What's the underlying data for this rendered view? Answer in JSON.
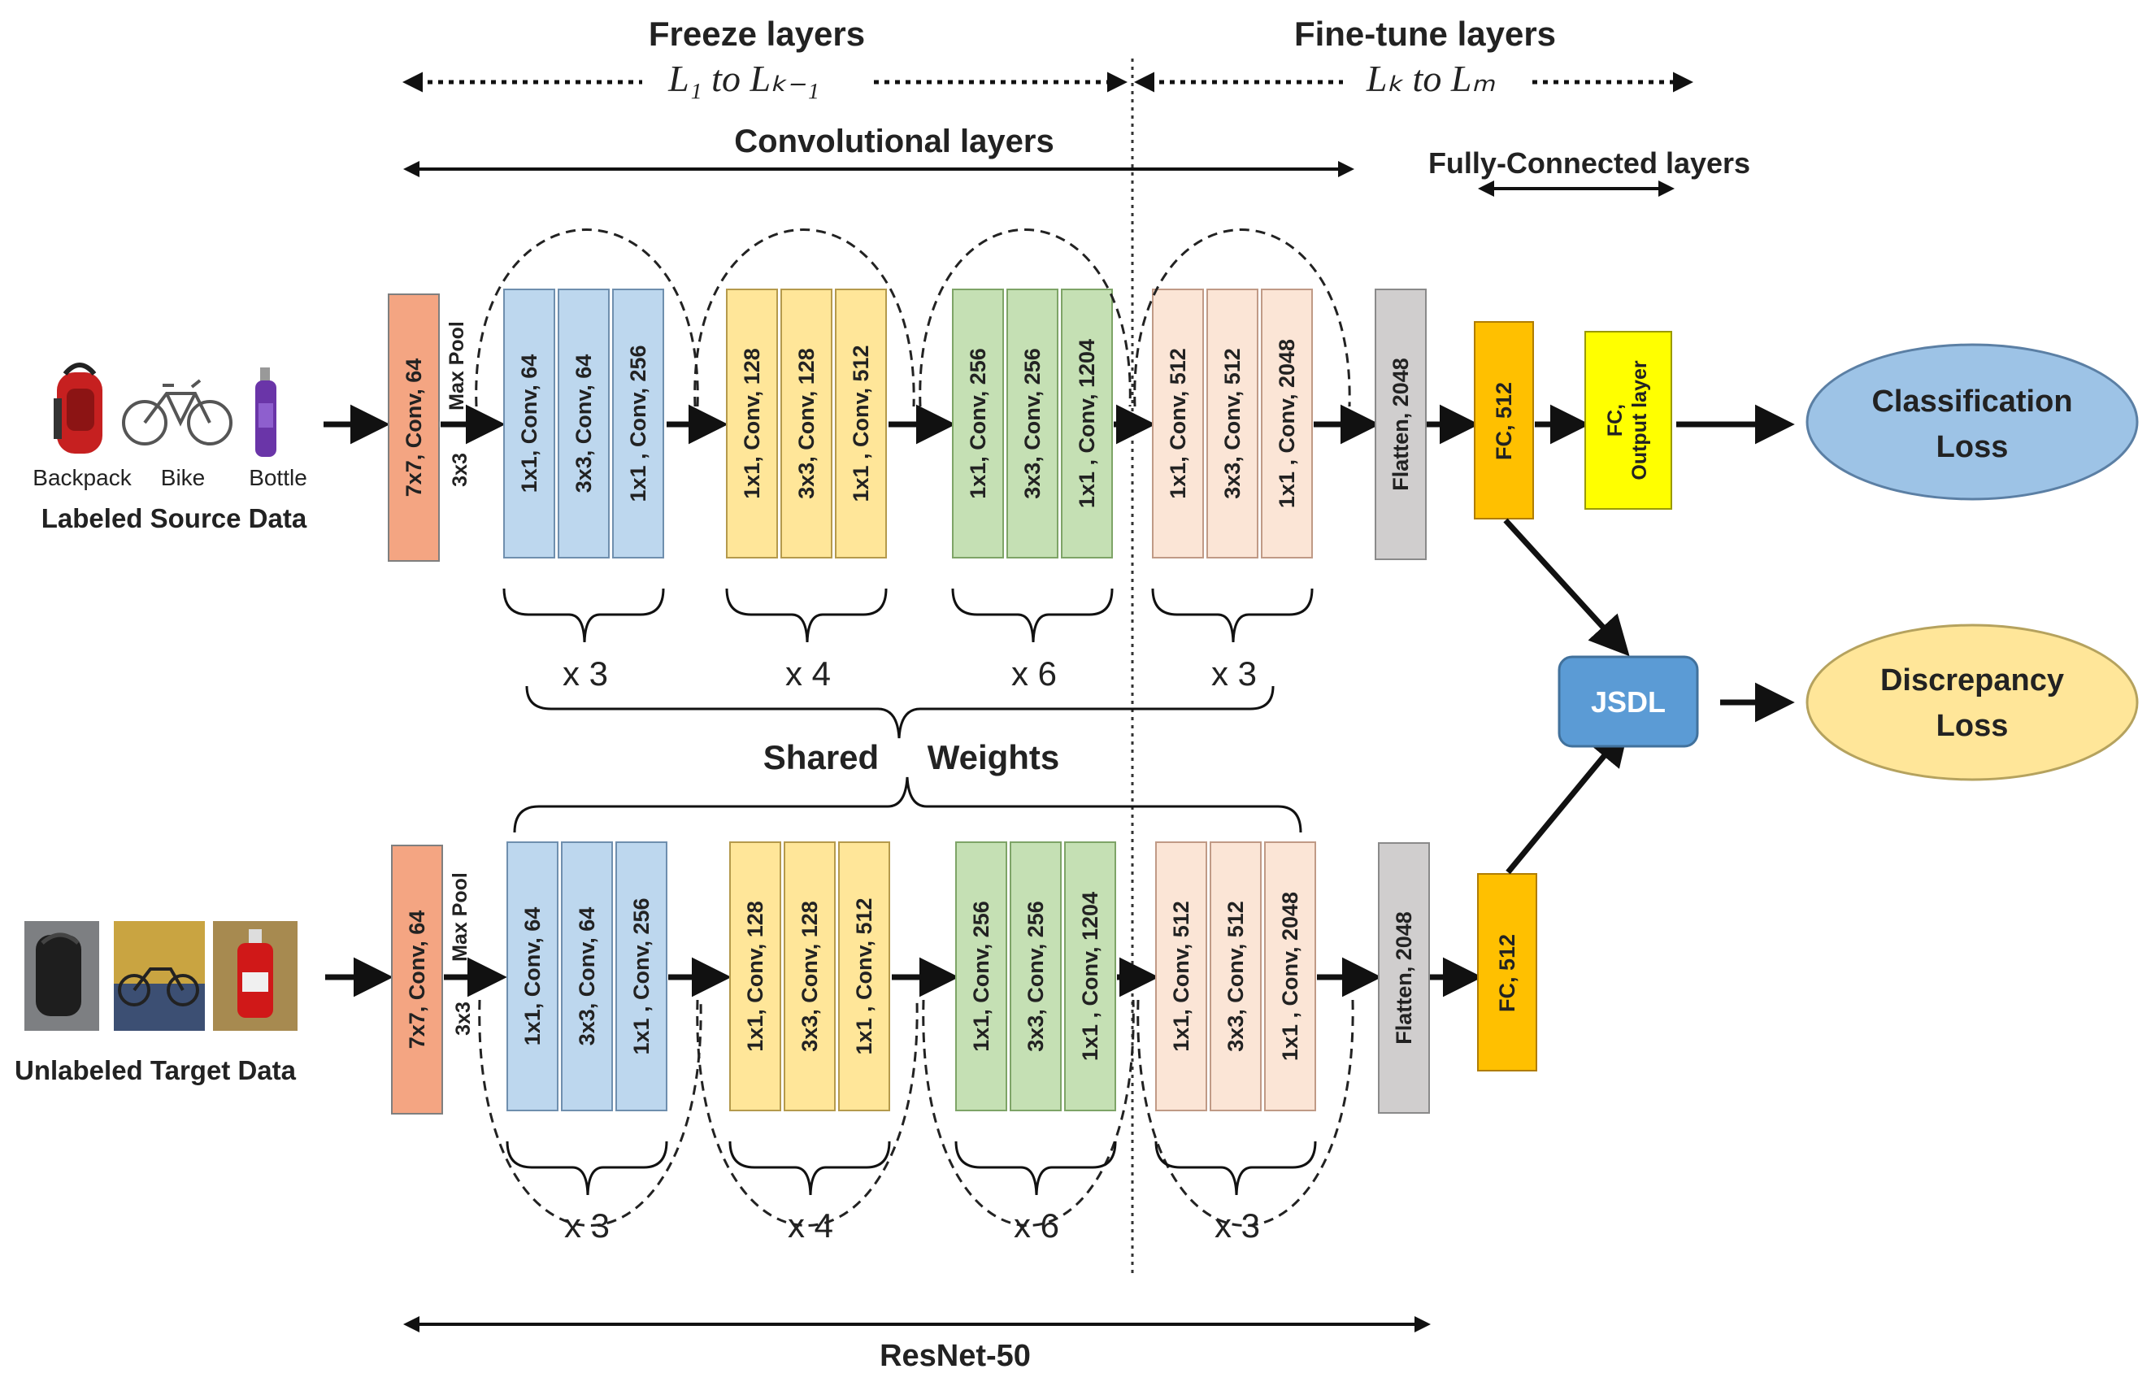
{
  "header": {
    "freeze_title": "Freeze layers",
    "freeze_range": "L₁ to Lₖ₋₁",
    "finetune_title": "Fine-tune layers",
    "finetune_range": "Lₖ to Lₘ",
    "conv_layers": "Convolutional layers",
    "fc_layers": "Fully-Connected layers"
  },
  "source": {
    "items": [
      "Backpack",
      "Bike",
      "Bottle"
    ],
    "caption": "Labeled Source Data"
  },
  "target": {
    "caption": "Unlabeled Target Data"
  },
  "stem": {
    "conv": "7x7, Conv, 64",
    "pool": "Max Pool",
    "pool_size": "3x3"
  },
  "stages": [
    {
      "layers": [
        "1x1, Conv, 64",
        "3x3, Conv, 64",
        "1x1 , Conv, 256"
      ],
      "repeat": "x 3"
    },
    {
      "layers": [
        "1x1, Conv, 128",
        "3x3, Conv, 128",
        "1x1 , Conv, 512"
      ],
      "repeat": "x 4"
    },
    {
      "layers": [
        "1x1, Conv, 256",
        "3x3, Conv, 256",
        "1x1 , Conv, 1204"
      ],
      "repeat": "x 6"
    },
    {
      "layers": [
        "1x1, Conv, 512",
        "3x3, Conv, 512",
        "1x1 , Conv, 2048"
      ],
      "repeat": "x 3"
    }
  ],
  "flatten": "Flatten, 2048",
  "fc": "FC, 512",
  "output": {
    "line1": "FC,",
    "line2": "Output layer"
  },
  "shared": {
    "left": "Shared",
    "right": "Weights"
  },
  "jsdl": "JSDL",
  "classification_loss": {
    "line1": "Classification",
    "line2": "Loss"
  },
  "discrepancy_loss": {
    "line1": "Discrepancy",
    "line2": "Loss"
  },
  "footer": "ResNet-50",
  "colors": {
    "stem": "#F4A582",
    "stage1": "#BDD7EE",
    "stage2": "#FFE699",
    "stage3": "#C5E0B4",
    "stage4": "#FBE5D6",
    "flatten": "#D0CECE",
    "fc": "#FFC000",
    "output": "#FFFF00",
    "jsdl": "#5B9BD5",
    "classification_loss": "#9DC3E6",
    "discrepancy_loss": "#FFE699"
  }
}
